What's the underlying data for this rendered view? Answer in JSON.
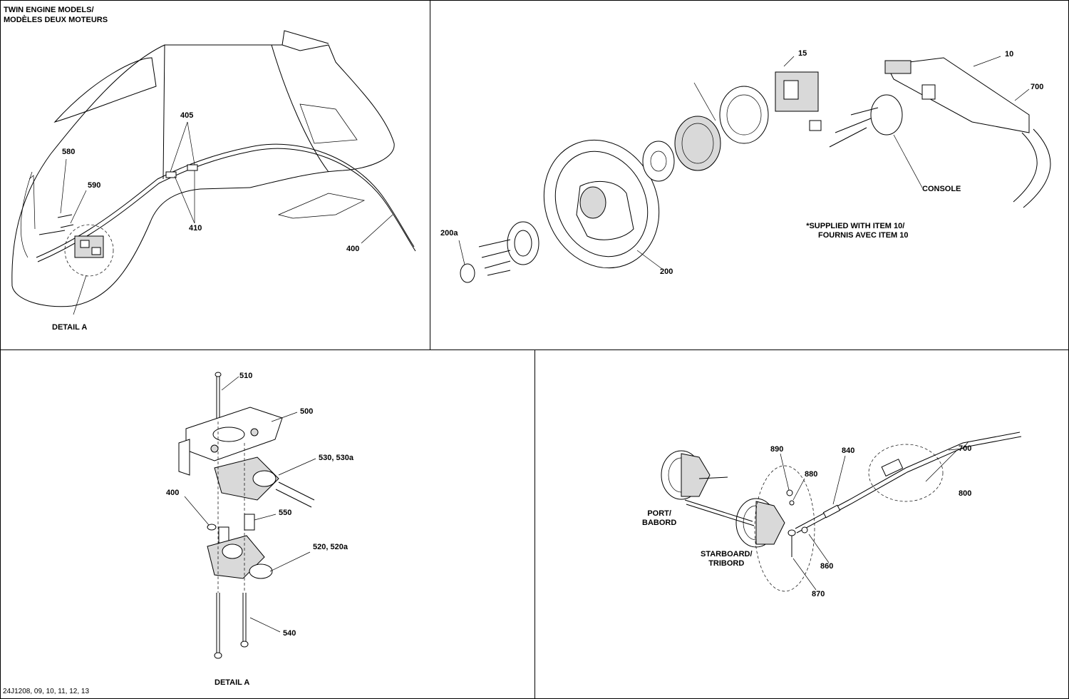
{
  "panels": {
    "top_left": {
      "header_line1": "TWIN ENGINE MODELS/",
      "header_line2": "MODÈLES DEUX MOTEURS",
      "callouts": [
        "580",
        "590",
        "405",
        "410",
        "400"
      ],
      "detail_label": "DETAIL A"
    },
    "top_right": {
      "callouts": [
        "15",
        "10",
        "700",
        "200a",
        "200",
        "CONSOLE"
      ],
      "note_line1": "SUPPLIED WITH ITEM 10/",
      "note_line2": "FOURNIS AVEC ITEM 10",
      "asterisk": "*"
    },
    "bottom_left": {
      "callouts": [
        "510",
        "500",
        "530, 530a",
        "400",
        "550",
        "520, 520a",
        "540"
      ],
      "detail_label": "DETAIL A"
    },
    "bottom_right": {
      "callouts": [
        "890",
        "880",
        "840",
        "700",
        "800",
        "860",
        "870"
      ],
      "port_line1": "PORT/",
      "port_line2": "BABORD",
      "starboard_line1": "STARBOARD/",
      "starboard_line2": "TRIBORD"
    }
  },
  "diagram_code": "24J1208, 09, 10, 11, 12, 13"
}
